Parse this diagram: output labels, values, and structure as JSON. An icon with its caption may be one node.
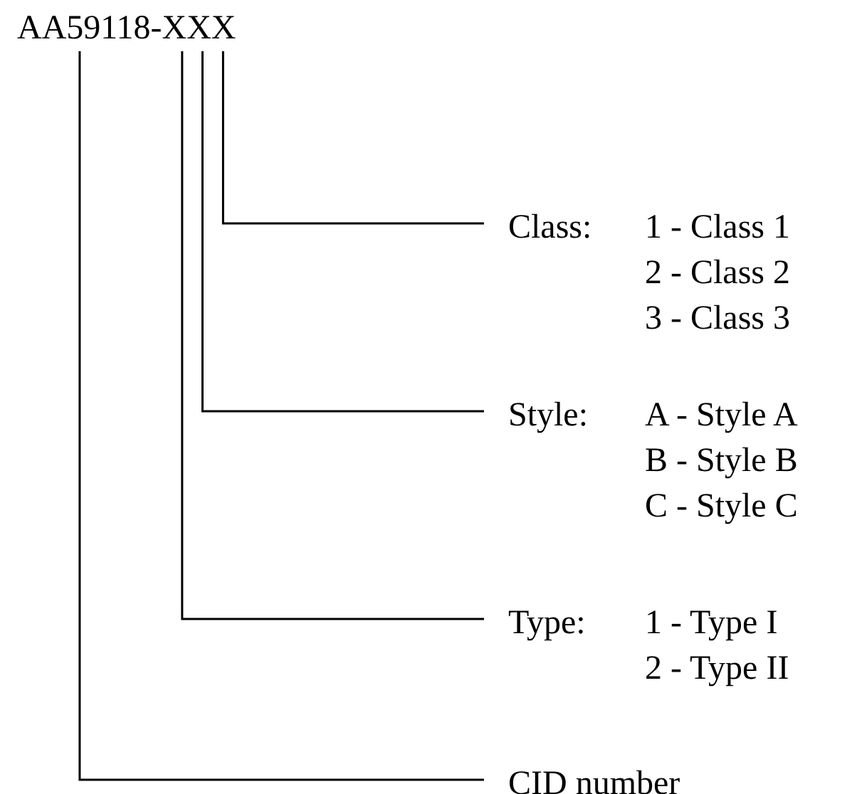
{
  "diagram": {
    "nodes": [
      {
        "text": [
          "AA59118-XXX"
        ]
      },
      {
        "text": [
          "Class:",
          "1 - Class 1",
          "2 - Class 2",
          "3 - Class 3"
        ]
      },
      {
        "text": [
          "Style:",
          "A - Style A",
          "B - Style B",
          "C - Style C"
        ]
      },
      {
        "text": [
          "Type:",
          "1 - Type I",
          "2 - Type II"
        ]
      },
      {
        "text": [
          "CID number"
        ]
      }
    ],
    "edges": [
      {
        "from": 1,
        "to": 0,
        "arrow": "none"
      },
      {
        "from": 2,
        "to": 0,
        "arrow": "none"
      },
      {
        "from": 3,
        "to": 0,
        "arrow": "none"
      },
      {
        "from": 4,
        "to": 0,
        "arrow": "none"
      }
    ]
  }
}
